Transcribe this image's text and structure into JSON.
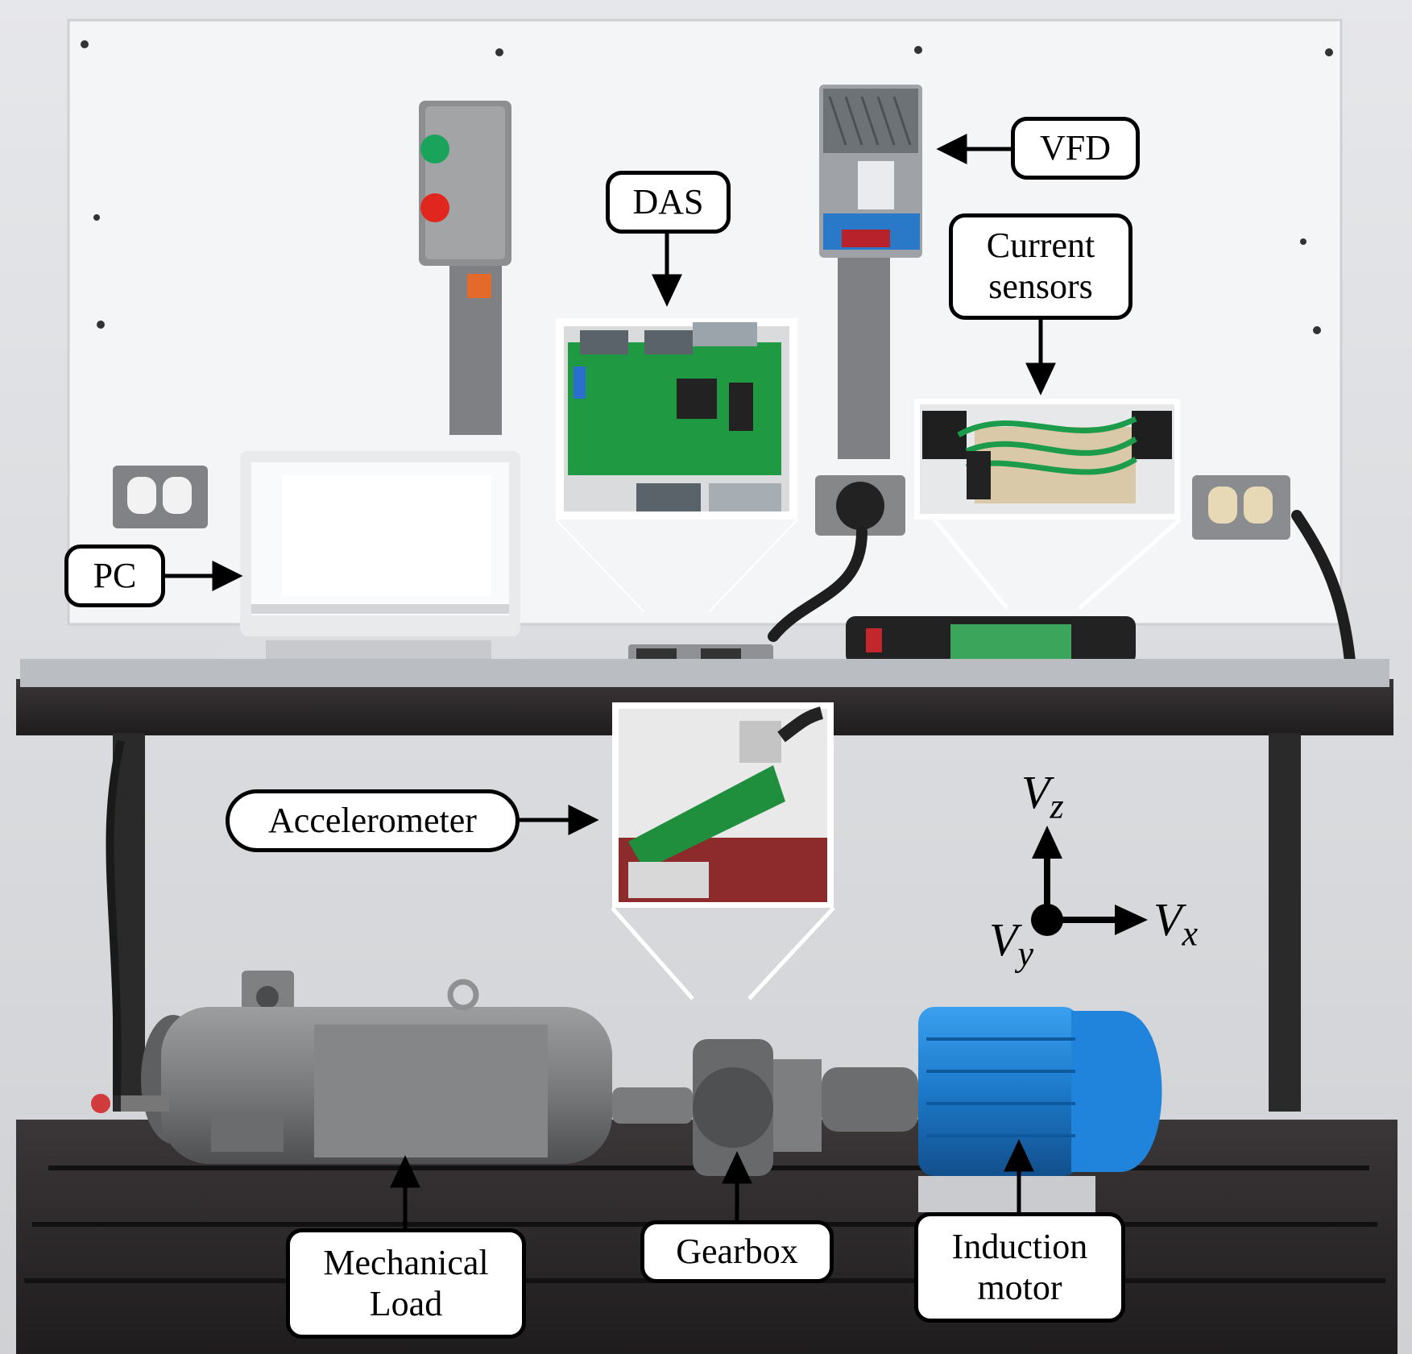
{
  "labels": {
    "vfd": "VFD",
    "das": "DAS",
    "current_sensors_line1": "Current",
    "current_sensors_line2": "sensors",
    "pc": "PC",
    "accelerometer": "Accelerometer",
    "mechanical_load_line1": "Mechanical",
    "mechanical_load_line2": "Load",
    "gearbox": "Gearbox",
    "induction_motor_line1": "Induction",
    "induction_motor_line2": "motor"
  },
  "axes": {
    "vz_main": "V",
    "vz_sub": "z",
    "vx_main": "V",
    "vx_sub": "x",
    "vy_main": "V",
    "vy_sub": "y"
  },
  "colors": {
    "wall": "#dcdde0",
    "panel": "#f2f3f5",
    "table_top": "#b9bcc0",
    "table_frame": "#2c2c2e",
    "motor_blue": "#1e7fd0",
    "load_gray": "#7a7b7d",
    "pcb_green": "#1e9a3e"
  }
}
